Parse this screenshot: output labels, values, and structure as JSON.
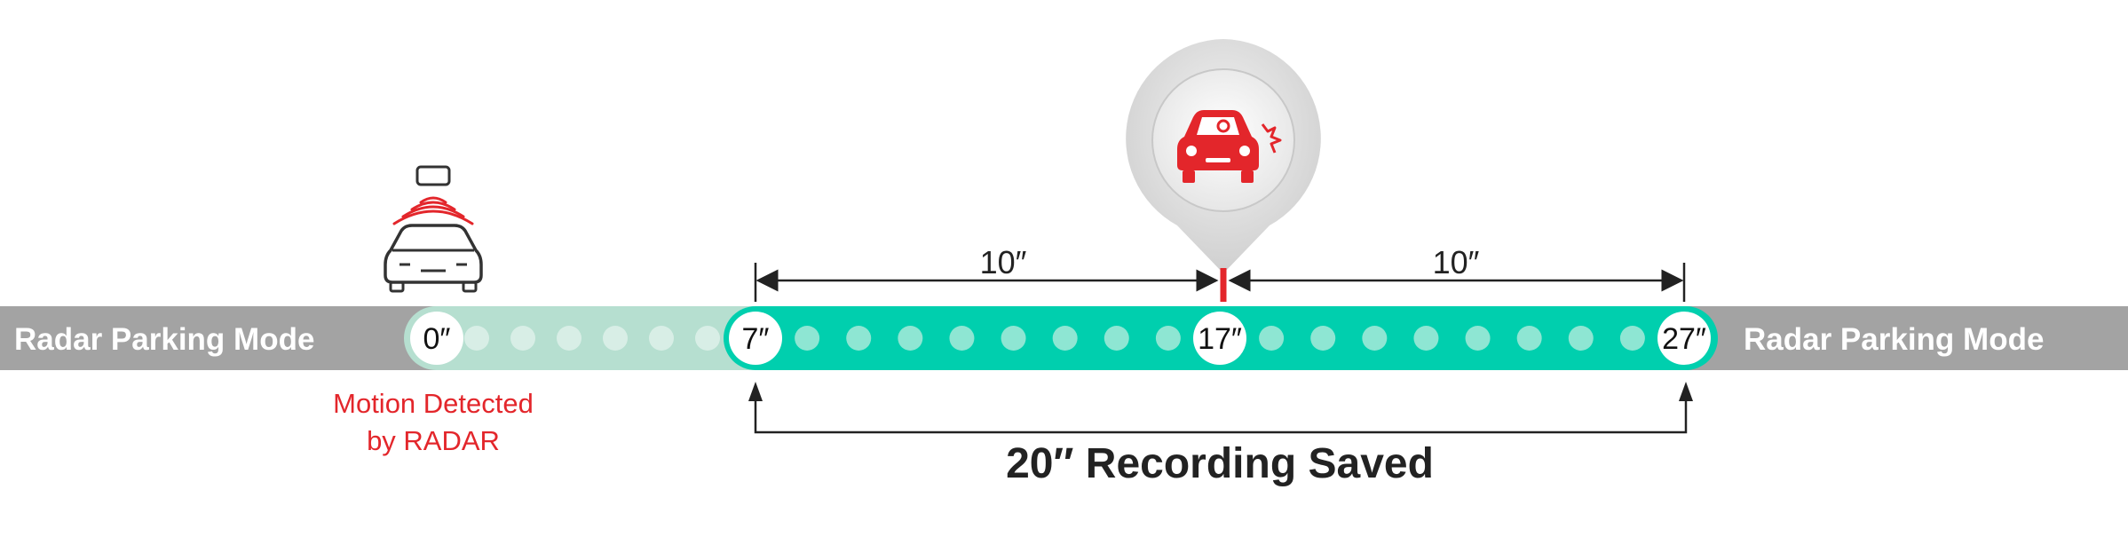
{
  "labels": {
    "mode_left": "Radar Parking Mode",
    "mode_right": "Radar Parking Mode",
    "motion_line1": "Motion Detected",
    "motion_line2": "by RADAR",
    "recording_saved": "20″ Recording Saved",
    "span_before": "10″",
    "span_after": "10″"
  },
  "timeline": {
    "markers": [
      {
        "label": "0″",
        "t": 0
      },
      {
        "label": "7″",
        "t": 7
      },
      {
        "label": "17″",
        "t": 17
      },
      {
        "label": "27″",
        "t": 27
      }
    ]
  },
  "icons": {
    "radar_car": "car-with-radar-icon",
    "impact_car": "car-impact-icon"
  },
  "colors": {
    "track_gray": "#a3a3a3",
    "recording_teal": "#00cfae",
    "pre_buffer_teal": "#b6dfd0",
    "dot_light": "#8ee6d3",
    "alert_red": "#e3262b",
    "text_dark": "#222222"
  }
}
